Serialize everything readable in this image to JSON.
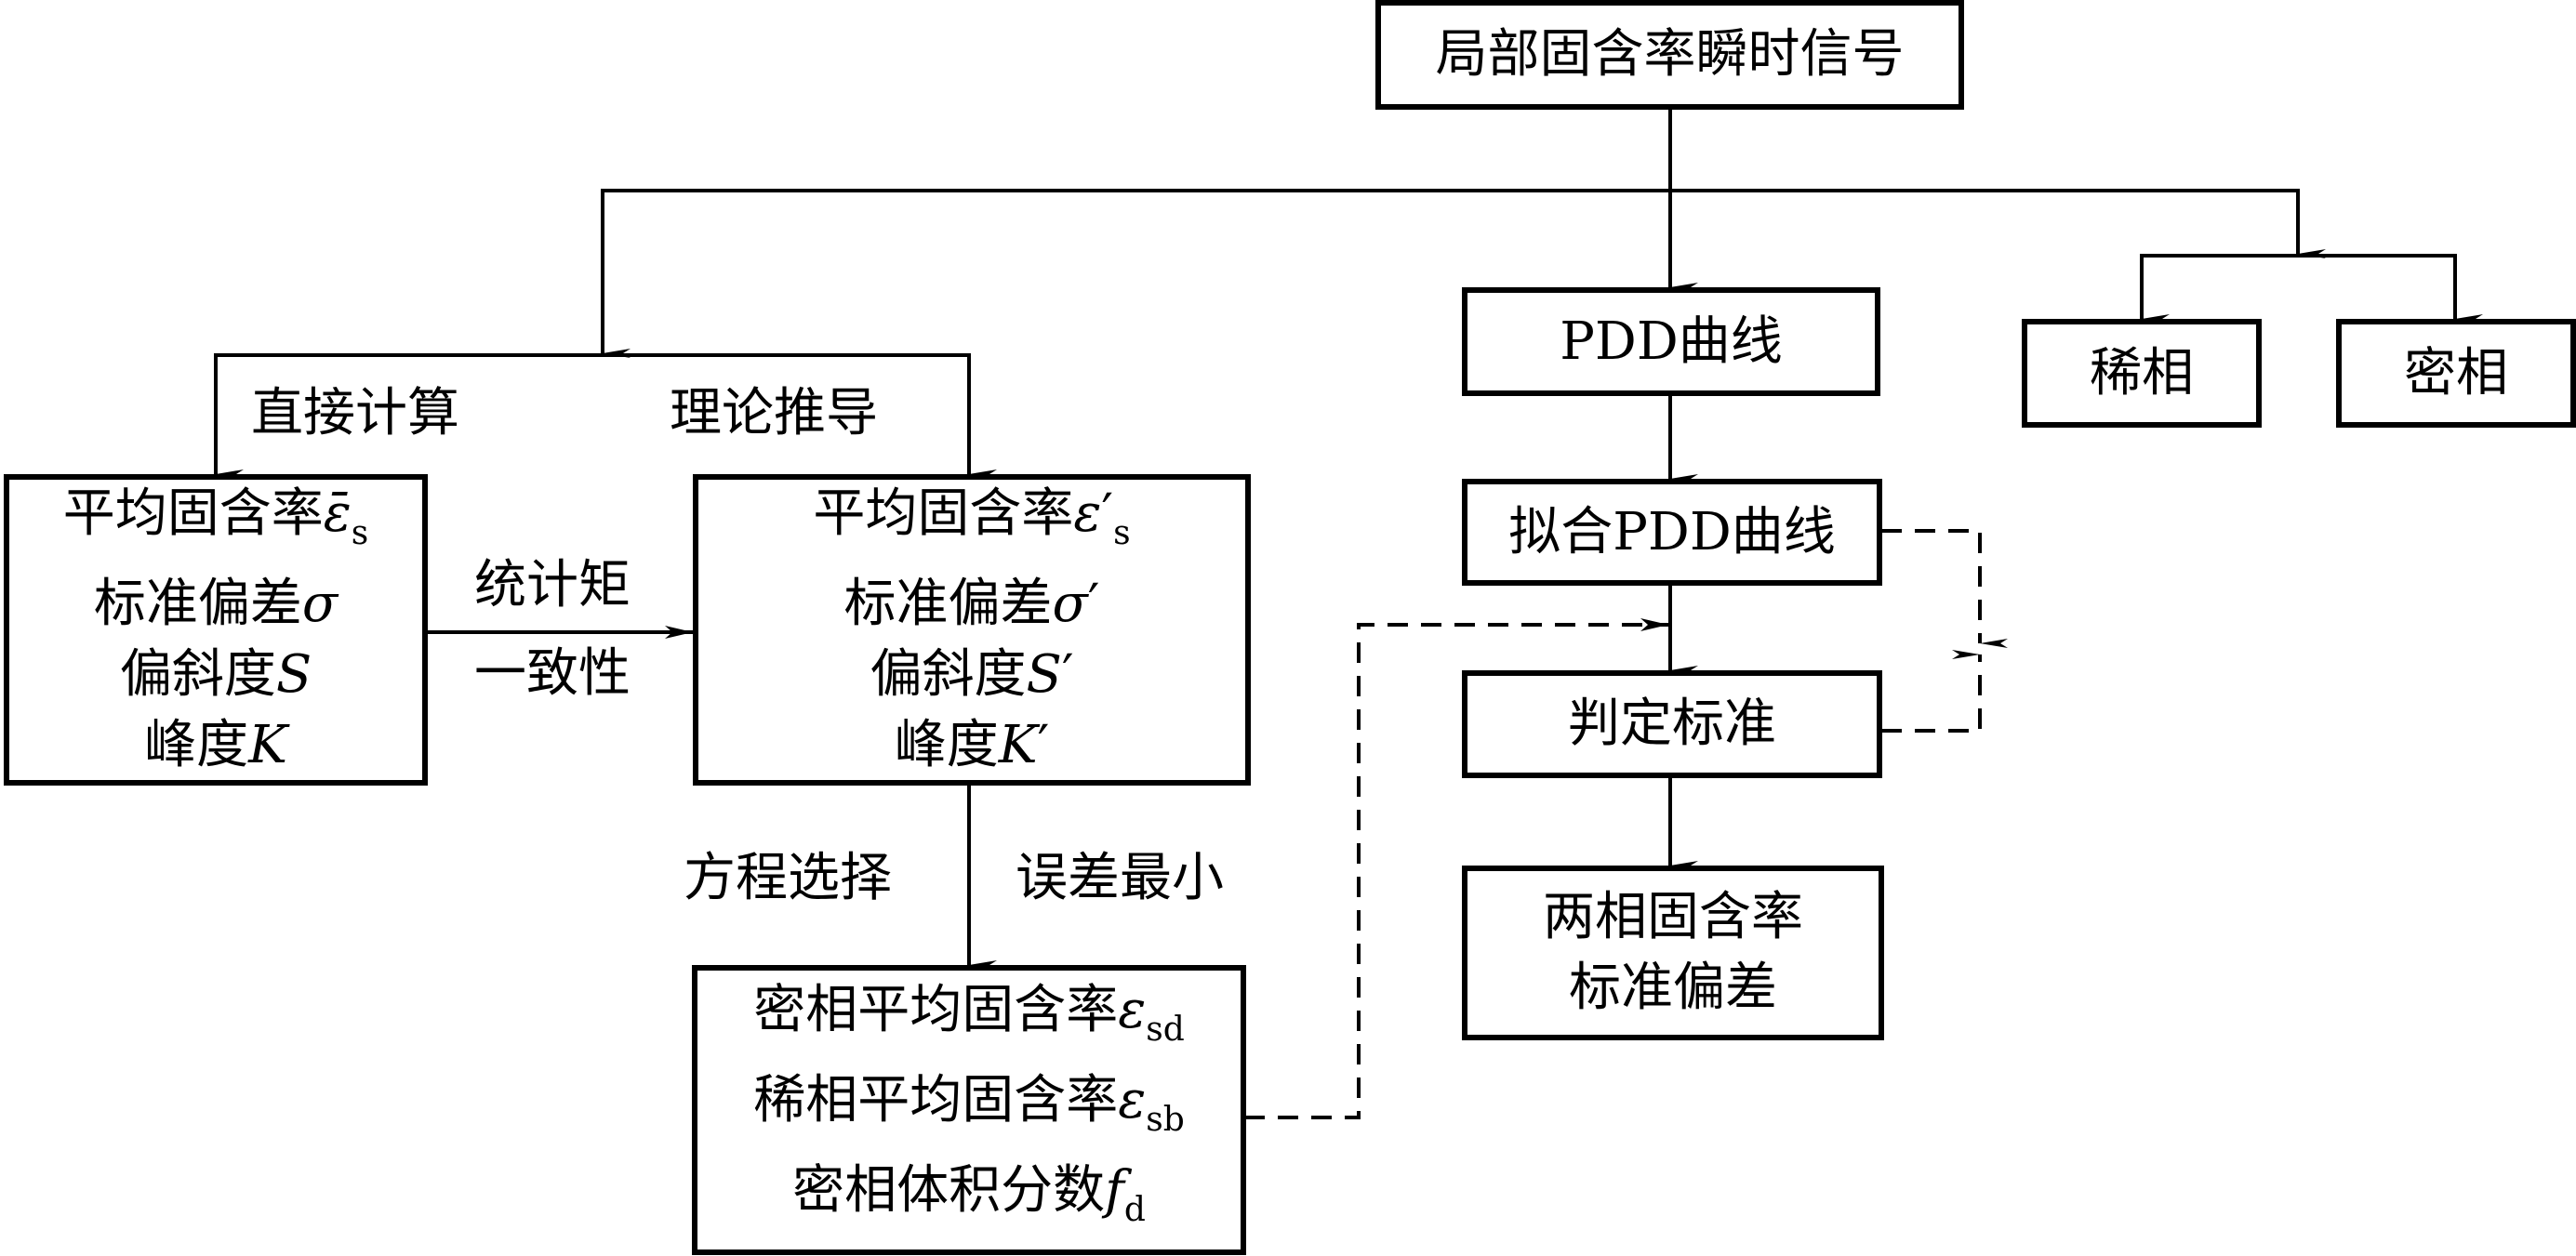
{
  "nodes": {
    "signal": {
      "label": "局部固含率瞬时信号"
    },
    "direct": {
      "lines": [
        {
          "text": "平均固含率",
          "sym": "ε̄",
          "sub": "s",
          "prime": ""
        },
        {
          "text": "标准偏差",
          "sym": "σ",
          "sub": "",
          "prime": ""
        },
        {
          "text": "偏斜度",
          "sym": "S",
          "sub": "",
          "prime": ""
        },
        {
          "text": "峰度",
          "sym": "K",
          "sub": "",
          "prime": ""
        }
      ]
    },
    "theory": {
      "lines": [
        {
          "text": "平均固含率",
          "sym": "ε",
          "sub": "s",
          "prime": "′"
        },
        {
          "text": "标准偏差",
          "sym": "σ",
          "sub": "",
          "prime": "′"
        },
        {
          "text": "偏斜度",
          "sym": "S",
          "sub": "",
          "prime": "′"
        },
        {
          "text": "峰度",
          "sym": "K",
          "sub": "",
          "prime": "′"
        }
      ]
    },
    "phases": {
      "lines": [
        {
          "text": "密相平均固含率",
          "sym": "ε",
          "sub": "sd"
        },
        {
          "text": "稀相平均固含率",
          "sym": "ε",
          "sub": "sb"
        },
        {
          "text": "密相体积分数",
          "sym": "f",
          "sub": "d"
        }
      ]
    },
    "pdd": {
      "label": "PDD曲线"
    },
    "fit_pdd": {
      "label": "拟合PDD曲线"
    },
    "criterion": {
      "label": "判定标准"
    },
    "result": {
      "line1": "两相固含率",
      "line2": "标准偏差"
    },
    "dilute": {
      "label": "稀相"
    },
    "dense": {
      "label": "密相"
    }
  },
  "edge_labels": {
    "direct_calc": "直接计算",
    "theory_derive": "理论推导",
    "moment_1": "统计矩",
    "moment_2": "一致性",
    "eq_select": "方程选择",
    "min_error": "误差最小"
  }
}
